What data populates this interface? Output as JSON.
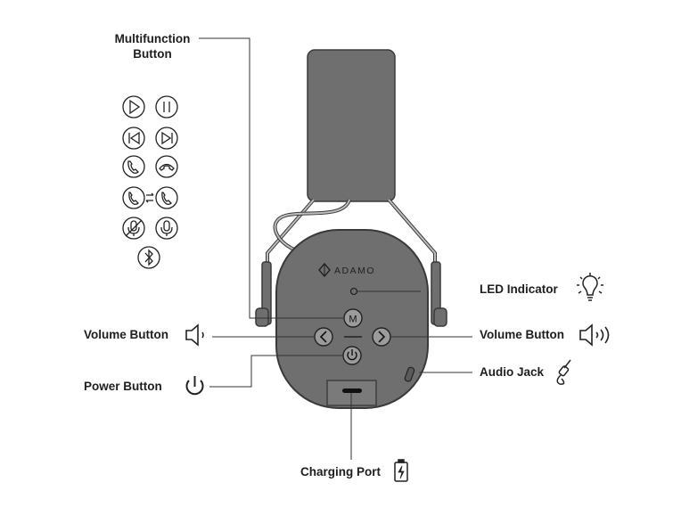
{
  "labels": {
    "multifunction_line1": "Multifunction",
    "multifunction_line2": "Button",
    "led_indicator": "LED Indicator",
    "volume_left": "Volume Button",
    "volume_right": "Volume Button",
    "power": "Power Button",
    "audio_jack": "Audio Jack",
    "charging_port": "Charging Port"
  },
  "brand": "ADAMO",
  "buttons": {
    "multifunction": "M"
  },
  "multifunction_icons": [
    "play-icon",
    "pause-icon",
    "previous-track-icon",
    "next-track-icon",
    "answer-call-icon",
    "end-call-icon",
    "switch-call-icon",
    "mic-mute-icon",
    "mic-icon",
    "bluetooth-icon"
  ],
  "colors": {
    "device_body": "#6f6f6f",
    "device_outline": "#3a3a3a",
    "button_fill": "#9b9b9b",
    "line": "#333333"
  }
}
